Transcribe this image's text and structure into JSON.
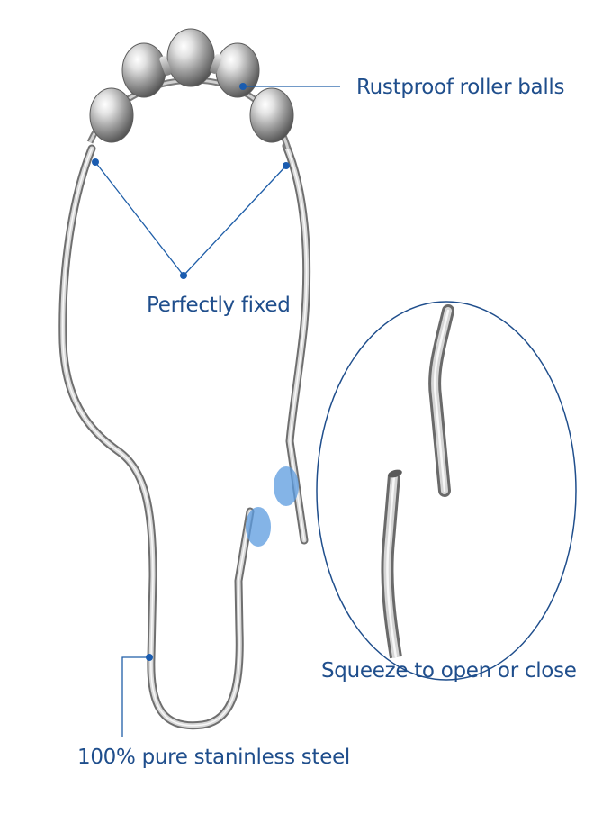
{
  "labels": {
    "roller_balls": "Rustproof roller balls",
    "fixed": "Perfectly fixed",
    "squeeze": "Squeeze to open or close",
    "steel": "100% pure staninless steel"
  },
  "colors": {
    "label_text": "#1f4e8c",
    "leader_line": "#1f5ea8",
    "dot": "#1a5cb0",
    "highlight_circle": "#5b9be0",
    "metal_light": "#f2f2f2",
    "metal_mid": "#b9b9b9",
    "metal_dark": "#6e6e6e"
  }
}
